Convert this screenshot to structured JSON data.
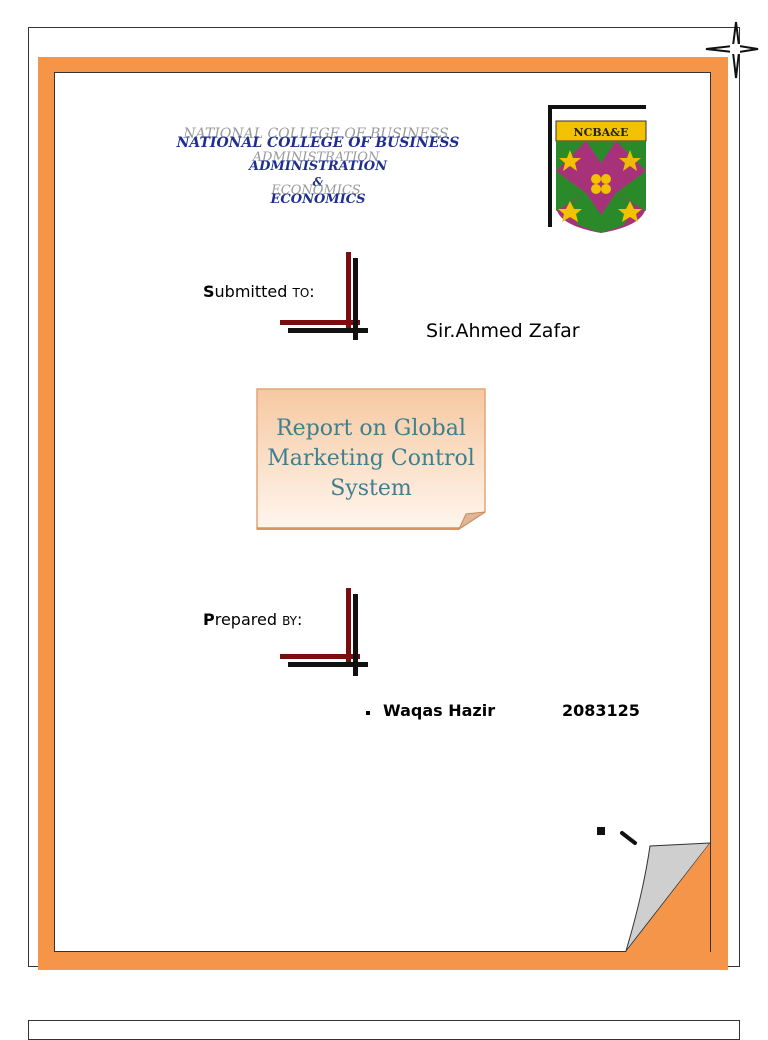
{
  "college": {
    "line1": "NATIONAL COLLEGE OF BUSINESS",
    "line2": "ADMINISTRATION",
    "line3": "&",
    "line4": "ECONOMICS"
  },
  "crest": {
    "banner": "NCBA&E",
    "colors": {
      "green": "#2a8a2a",
      "magenta": "#a8327a",
      "gold": "#f2c200"
    }
  },
  "submitted": {
    "label_first": "S",
    "label_rest": "ubmitted ",
    "label_small": "TO",
    "label_colon": ":",
    "name": "Sir.Ahmed Zafar"
  },
  "title": {
    "line1": "Report on Global",
    "line2": "Marketing Control",
    "line3": "System"
  },
  "prepared": {
    "label_first": "P",
    "label_rest": "repared ",
    "label_small": "BY",
    "label_colon": ":",
    "author": "Waqas Hazir",
    "id": "2083125"
  },
  "theme": {
    "frame_orange": "#f5954a",
    "title_color": "#3f7f8f",
    "college_blue": "#1d2e8f",
    "corner_red": "#7a0d0d"
  }
}
